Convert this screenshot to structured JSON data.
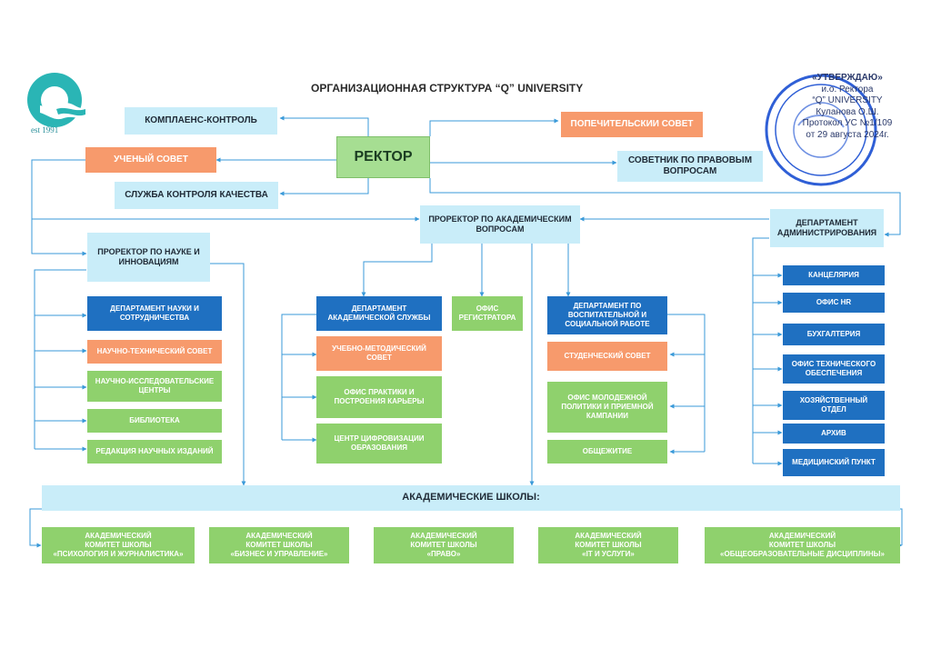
{
  "logo": {
    "text": "est 1991",
    "color": "#2ab5b5"
  },
  "title": "ОРГАНИЗАЦИОННАЯ СТРУКТУРА “Q” UNIVERSITY",
  "approval": {
    "line1": "«УТВЕРЖДАЮ»",
    "line2": "и.о. Ректора",
    "line3": "“Q” UNIVERSITY",
    "line4": "Куланова О.Ш.",
    "line5": "Протокол УС №1/109",
    "line6": "от 29 августа 2024г."
  },
  "stamp": {
    "color": "#2f5fd6"
  },
  "top": {
    "rector": "РЕКТОР",
    "compliance": "КОМПЛАЕНС-КОНТРОЛЬ",
    "academic_council": "УЧЕНЫЙ СОВЕТ",
    "quality": "СЛУЖБА КОНТРОЛЯ КАЧЕСТВА",
    "trustees": "ПОПЕЧИТЕЛЬСКИИ СОВЕТ",
    "legal_advisor": "СОВЕТНИК ПО ПРАВОВЫМ ВОПРОСАМ"
  },
  "science": {
    "head": "ПРОРЕКТОР ПО НАУКЕ И ИННОВАЦИЯМ",
    "items": [
      "ДЕПАРТАМЕНТ НАУКИ И СОТРУДНИЧЕСТВА",
      "НАУЧНО-ТЕХНИЧЕСКИЙ СОВЕТ",
      "НАУЧНО-ИССЛЕДОВАТЕЛЬСКИЕ ЦЕНТРЫ",
      "БИБЛИОТЕКА",
      "РЕДАКЦИЯ НАУЧНЫХ ИЗДАНИЙ"
    ]
  },
  "academic": {
    "head": "ПРОРЕКТОР ПО АКАДЕМИЧЕСКИМ ВОПРОСАМ",
    "dept_service": "ДЕПАРТАМЕНТ АКАДЕМИЧЕСКОЙ СЛУЖБЫ",
    "registrar": "ОФИС РЕГИСТРАТОРА",
    "service_items": [
      "УЧЕБНО-МЕТОДИЧЕСКИЙ СОВЕТ",
      "ОФИС ПРАКТИКИ И ПОСТРОЕНИЯ КАРЬЕРЫ",
      "ЦЕНТР ЦИФРОВИЗАЦИИ ОБРАЗОВАНИЯ"
    ],
    "dept_social": "ДЕПАРТАМЕНТ ПО ВОСПИТАТЕЛЬНОЙ И СОЦИАЛЬНОЙ РАБОТЕ",
    "social_items": [
      "СТУДЕНЧЕСКИЙ СОВЕТ",
      "ОФИС МОЛОДЕЖНОЙ ПОЛИТИКИ И ПРИЕМНОЙ КАМПАНИИ",
      "ОБЩЕЖИТИЕ"
    ]
  },
  "admin": {
    "head": "ДЕПАРТАМЕНТ АДМИНИСТРИРОВАНИЯ",
    "items": [
      "КАНЦЕЛЯРИЯ",
      "ОФИС HR",
      "БУХГАЛТЕРИЯ",
      "ОФИС ТЕХНИЧЕСКОГО ОБЕСПЕЧЕНИЯ",
      "ХОЗЯЙСТВЕННЫЙ ОТДЕЛ",
      "АРХИВ",
      "МЕДИЦИНСКИЙ ПУНКТ"
    ]
  },
  "schools": {
    "title": "АКАДЕМИЧЕСКИЕ ШКОЛЫ:",
    "items": [
      {
        "line1": "АКАДЕМИЧЕСКИЙ",
        "line2": "КОМИТЕТ ШКОЛЫ",
        "line3": "«ПСИХОЛОГИЯ И ЖУРНАЛИСТИКА»"
      },
      {
        "line1": "АКАДЕМИЧЕСКИЙ",
        "line2": "КОМИТЕТ ШКОЛЫ",
        "line3": "«БИЗНЕС И УПРАВЛЕНИЕ»"
      },
      {
        "line1": "АКАДЕМИЧЕСКИЙ",
        "line2": "КОМИТЕТ ШКОЛЫ",
        "line3": "«ПРАВО»"
      },
      {
        "line1": "АКАДЕМИЧЕСКИЙ",
        "line2": "КОМИТЕТ ШКОЛЫ",
        "line3": "«IT И УСЛУГИ»"
      },
      {
        "line1": "АКАДЕМИЧЕСКИЙ",
        "line2": "КОМИТЕТ ШКОЛЫ",
        "line3": "«ОБЩЕОБРАЗОВАТЕЛЬНЫЕ ДИСЦИПЛИНЫ»"
      }
    ]
  },
  "colors": {
    "light_blue": "#c9edf9",
    "dark_blue": "#1f70c1",
    "orange": "#f79a6c",
    "green": "#8fd16d",
    "rector_green": "#a6de92",
    "connector": "#3a9ad9"
  }
}
